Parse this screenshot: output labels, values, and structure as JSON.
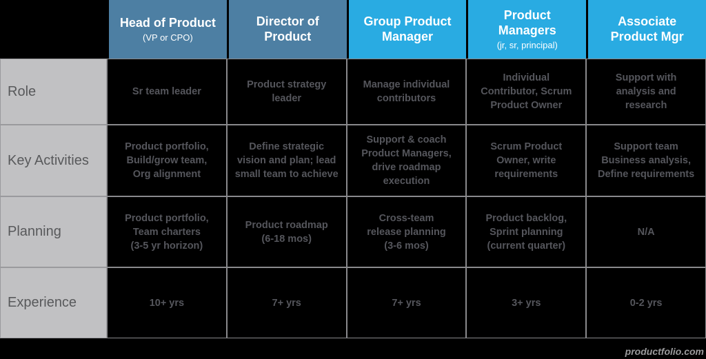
{
  "colors": {
    "background": "#000000",
    "header_steel_blue": "#4D7FA3",
    "header_cyan": "#29ABE2",
    "header_text": "#FFFFFF",
    "row_label_background": "#C1C1C3",
    "row_label_text": "#58595B",
    "cell_text": "#55565C",
    "grid_line": "#8A8A8D",
    "watermark_text": "#9A9A9C"
  },
  "table": {
    "columns": [
      {
        "title": "Head of Product",
        "sub": "(VP or CPO)"
      },
      {
        "title": "Director of\nProduct",
        "sub": ""
      },
      {
        "title": "Group Product\nManager",
        "sub": ""
      },
      {
        "title": "Product\nManagers",
        "sub": "(jr, sr, principal)"
      },
      {
        "title": "Associate\nProduct Mgr",
        "sub": ""
      }
    ],
    "rows": [
      {
        "label": "Role",
        "cells": [
          "Sr team leader",
          "Product strategy\nleader",
          "Manage individual\ncontributors",
          "Individual\nContributor, Scrum\nProduct Owner",
          "Support with\nanalysis and\nresearch"
        ]
      },
      {
        "label": "Key Activities",
        "cells": [
          "Product portfolio,\nBuild/grow team,\nOrg alignment",
          "Define strategic\nvision and plan; lead\nsmall team to achieve",
          "Support & coach\nProduct Managers,\ndrive roadmap\nexecution",
          "Scrum Product\nOwner, write\nrequirements",
          "Support team\nBusiness analysis,\nDefine requirements"
        ]
      },
      {
        "label": "Planning",
        "cells": [
          "Product portfolio,\nTeam charters\n(3-5 yr horizon)",
          "Product roadmap\n(6-18 mos)",
          "Cross-team\nrelease planning\n(3-6 mos)",
          "Product backlog,\nSprint planning\n(current quarter)",
          "N/A"
        ]
      },
      {
        "label": "Experience",
        "cells": [
          "10+ yrs",
          "7+ yrs",
          "7+ yrs",
          "3+ yrs",
          "0-2 yrs"
        ]
      }
    ]
  },
  "watermark": "productfolio.com"
}
